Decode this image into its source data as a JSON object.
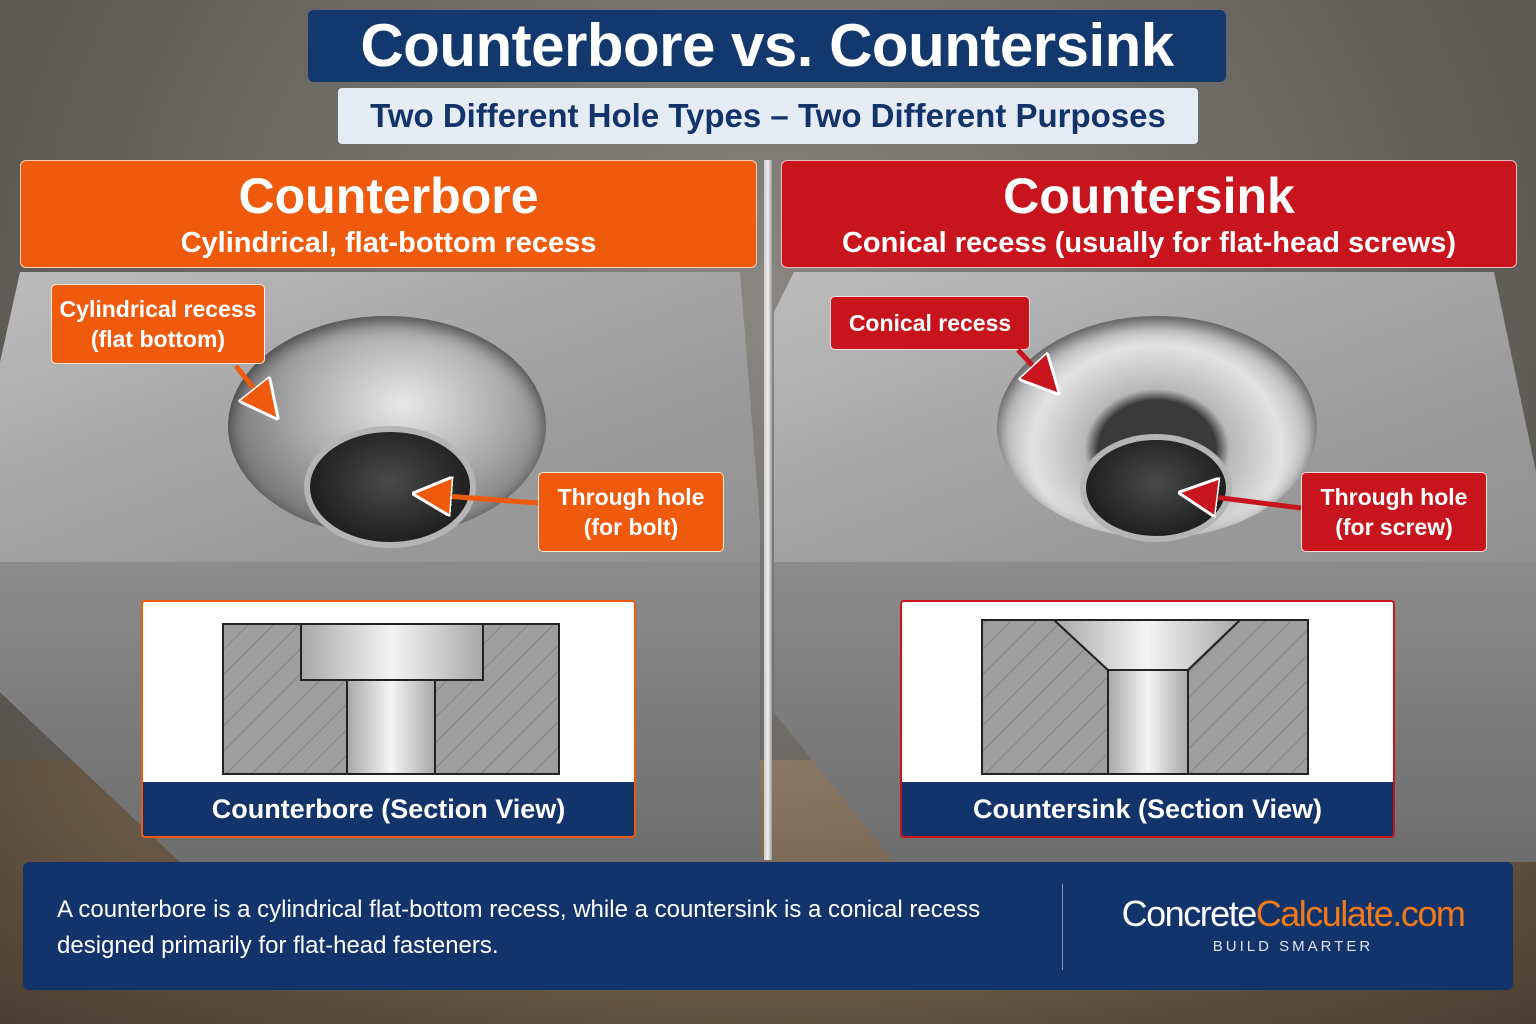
{
  "header": {
    "title": "Counterbore vs. Countersink",
    "subtitle": "Two Different Hole Types – Two Different Purposes"
  },
  "colors": {
    "counterbore_accent": "#f05a0c",
    "countersink_accent": "#c8141c",
    "navy": "#13336b"
  },
  "left_panel": {
    "heading": "Counterbore",
    "subheading": "Cylindrical, flat-bottom recess",
    "callout_recess": [
      "Cylindrical recess",
      "(flat bottom)"
    ],
    "callout_through": [
      "Through hole",
      "(for bolt)"
    ],
    "section_caption": "Counterbore (Section View)"
  },
  "right_panel": {
    "heading": "Countersink",
    "subheading": "Conical recess (usually for flat-head screws)",
    "callout_recess": [
      "Conical recess"
    ],
    "callout_through": [
      "Through hole",
      "(for screw)"
    ],
    "section_caption": "Countersink (Section View)"
  },
  "footer": {
    "description": "A counterbore is a cylindrical flat-bottom recess, while a countersink is a conical recess designed primarily for flat-head fasteners.",
    "brand_part1": "Concrete",
    "brand_part2": "Calculate.com",
    "tagline": "BUILD SMARTER"
  }
}
